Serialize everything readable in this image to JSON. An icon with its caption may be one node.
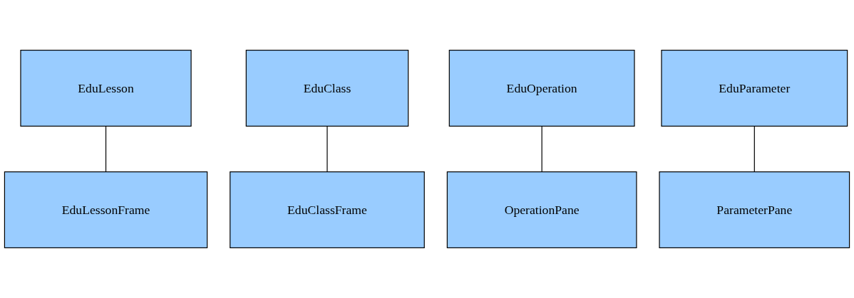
{
  "diagram": {
    "nodes": [
      {
        "text": [
          "EduLesson"
        ]
      },
      {
        "text": [
          "EduClass"
        ]
      },
      {
        "text": [
          "EduOperation"
        ]
      },
      {
        "text": [
          "EduParameter"
        ]
      },
      {
        "text": [
          "EduLessonFrame"
        ]
      },
      {
        "text": [
          "EduClassFrame"
        ]
      },
      {
        "text": [
          "OperationPane"
        ]
      },
      {
        "text": [
          "ParameterPane"
        ]
      }
    ],
    "edges": [
      {
        "from": 0,
        "to": 4,
        "arrow": "none"
      },
      {
        "from": 1,
        "to": 5,
        "arrow": "none"
      },
      {
        "from": 2,
        "to": 6,
        "arrow": "none"
      },
      {
        "from": 3,
        "to": 7,
        "arrow": "none"
      }
    ]
  }
}
